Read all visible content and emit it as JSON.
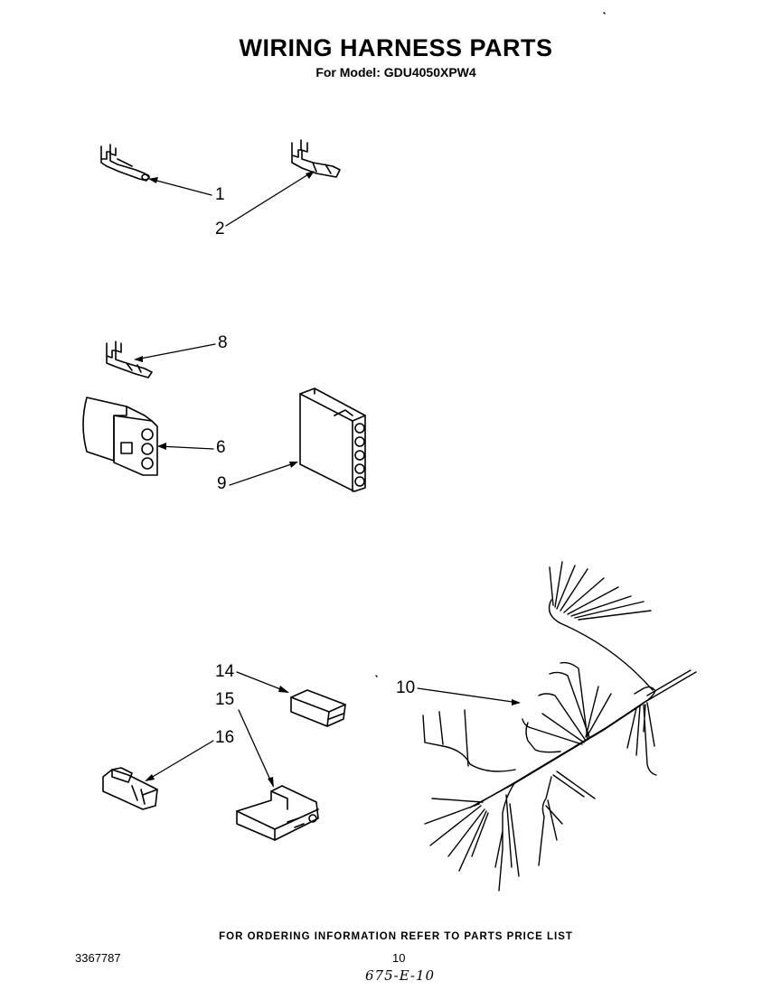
{
  "header": {
    "title": "WIRING HARNESS PARTS",
    "subtitle": "For Model: GDU4050XPW4"
  },
  "callouts": [
    {
      "id": "1",
      "label": "1",
      "part": "terminal-pin"
    },
    {
      "id": "2",
      "label": "2",
      "part": "terminal-receptacle"
    },
    {
      "id": "8",
      "label": "8",
      "part": "terminal"
    },
    {
      "id": "6",
      "label": "6",
      "part": "three-pin-connector-housing"
    },
    {
      "id": "9",
      "label": "9",
      "part": "five-pin-connector-housing"
    },
    {
      "id": "14",
      "label": "14",
      "part": "small-connector-block"
    },
    {
      "id": "15",
      "label": "15",
      "part": "connector-housing"
    },
    {
      "id": "16",
      "label": "16",
      "part": "single-connector"
    },
    {
      "id": "10",
      "label": "10",
      "part": "wiring-harness"
    }
  ],
  "footer": {
    "ordering_note": "FOR ORDERING INFORMATION REFER TO PARTS PRICE LIST",
    "doc_number": "3367787",
    "page_number": "10",
    "handwritten": "675-E-10"
  }
}
